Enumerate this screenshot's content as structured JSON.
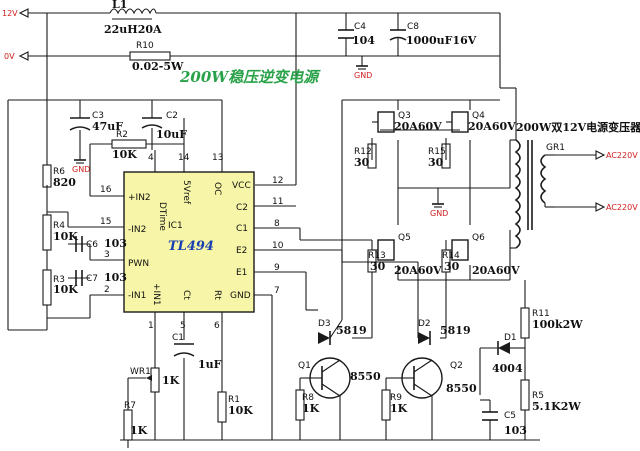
{
  "title": "200W稳压逆变电源",
  "transformer_label": "200W双12V电源变压器",
  "rails": {
    "plus12": "12V",
    "zero": "0V",
    "ac1": "AC220V",
    "ac2": "AC220V"
  },
  "gnd": "GND",
  "chip": {
    "name": "TL494",
    "ref": "IC1",
    "pins_left": [
      "+IN2",
      "-IN2",
      "PWN",
      "-IN1"
    ],
    "pins_right": [
      "VCC",
      "C2",
      "C1",
      "E2",
      "E1",
      "GND"
    ],
    "pins_top": [
      "DTime",
      "5Vref",
      "OC"
    ],
    "pins_bottom": [
      "+IN1",
      "Ct",
      "Rt"
    ],
    "pin_numbers": [
      "16",
      "15",
      "3",
      "2",
      "14",
      "4",
      "13",
      "12",
      "11",
      "8",
      "10",
      "9",
      "7",
      "1",
      "5",
      "6"
    ]
  },
  "components": {
    "L1": [
      "L1",
      "22uH20A"
    ],
    "R10": [
      "R10",
      "0.02-5W"
    ],
    "C4": [
      "C4",
      "104"
    ],
    "C8": [
      "C8",
      "1000uF16V"
    ],
    "C3": [
      "C3",
      "47uF"
    ],
    "C2": [
      "C2",
      "10uF"
    ],
    "R2": [
      "R2",
      "10K"
    ],
    "R6": [
      "R6",
      "820"
    ],
    "R4": [
      "R4",
      "10K"
    ],
    "C6": [
      "C6",
      "103"
    ],
    "R3": [
      "R3",
      "10K"
    ],
    "C7": [
      "C7",
      "103"
    ],
    "Q3": [
      "Q3",
      "20A60V"
    ],
    "Q4": [
      "Q4",
      "20A60V"
    ],
    "Q5": [
      "Q5",
      "20A60V"
    ],
    "Q6": [
      "Q6",
      "20A60V"
    ],
    "R12": [
      "R12",
      "30"
    ],
    "R15": [
      "R15",
      "30"
    ],
    "R13": [
      "R13",
      "30"
    ],
    "R14": [
      "R14",
      "30"
    ],
    "GR1": [
      "GR1"
    ],
    "D3": [
      "D3",
      "5819"
    ],
    "D2": [
      "D2",
      "5819"
    ],
    "Q1": [
      "Q1",
      "8550"
    ],
    "Q2": [
      "Q2",
      "8550"
    ],
    "R8": [
      "R8",
      "1K"
    ],
    "R9": [
      "R9",
      "1K"
    ],
    "C1": [
      "C1",
      "1uF"
    ],
    "R1": [
      "R1",
      "10K"
    ],
    "WR1": [
      "WR1",
      "1K"
    ],
    "R7": [
      "R7",
      "1K"
    ],
    "R11": [
      "R11",
      "100k2W"
    ],
    "D1": [
      "D1",
      "4004"
    ],
    "R5": [
      "R5",
      "5.1K2W"
    ],
    "C5": [
      "C5",
      "103"
    ]
  }
}
